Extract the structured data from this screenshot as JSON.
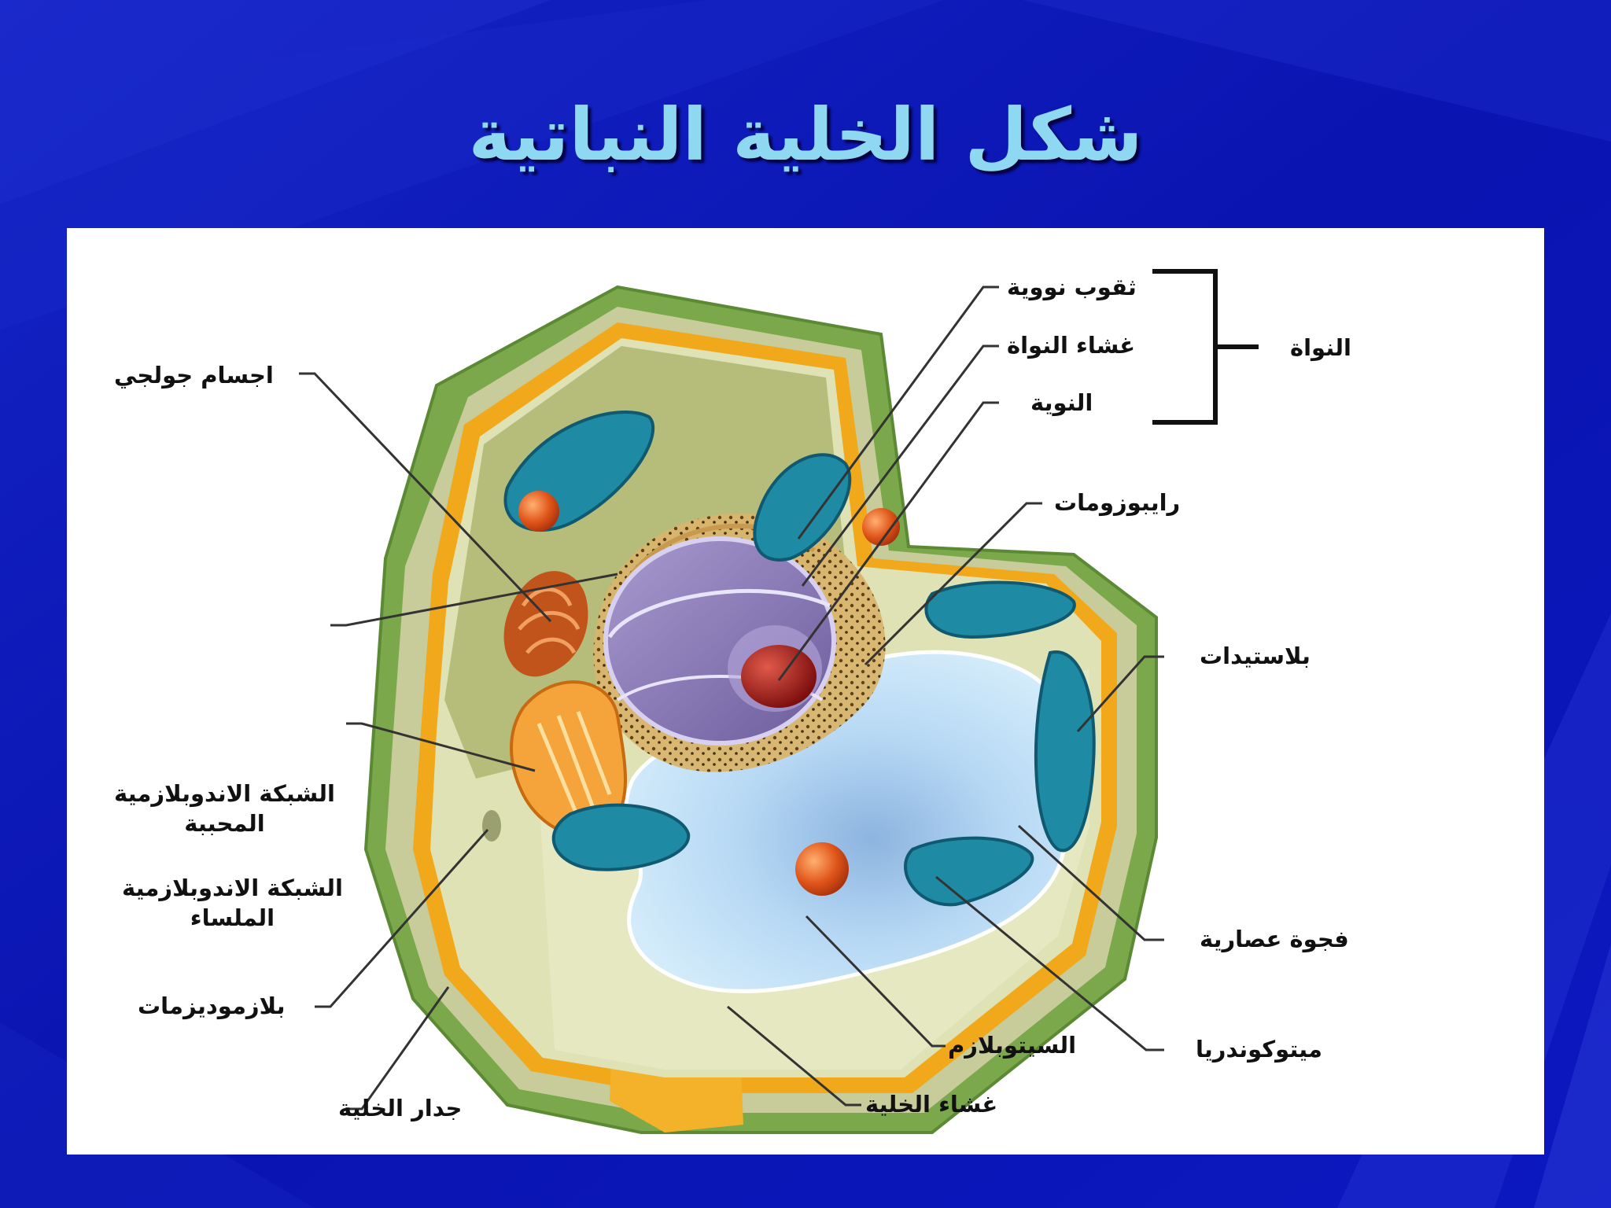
{
  "title": "شكل الخلية النباتية",
  "colors": {
    "background": "#0a14b8",
    "title": "#8fd8f2",
    "cell_wall": "#76a844",
    "cell_membrane": "#f1a81a",
    "cytoplasm": "#dde0b0",
    "vacuole": "#bfe2f6",
    "plastid": "#1f8aa3",
    "nucleus": "#8a7cb4",
    "nucleolus": "#a61c1c",
    "mitochondrion": "#e0551a"
  },
  "labels": {
    "golgi": "اجسام جولجي",
    "nuclear_pores": "ثقوب نووية",
    "nuclear_envelope": "غشاء النواة",
    "nucleolus": "النوية",
    "nucleus": "النواة",
    "ribosomes": "رايبوزومات",
    "plastids": "بلاستيدات",
    "rough_er_line1": "الشبكة الاندوبلازمية",
    "rough_er_line2": "المحببة",
    "smooth_er_line1": "الشبكة الاندوبلازمية",
    "smooth_er_line2": "الملساء",
    "plasmodesmata": "بلازموديزمات",
    "cell_wall": "جدار الخلية",
    "cell_membrane": "غشاء الخلية",
    "cytoplasm": "السيتوبلازم",
    "mitochondria": "ميتوكوندريا",
    "vacuole": "فجوة عصارية"
  }
}
